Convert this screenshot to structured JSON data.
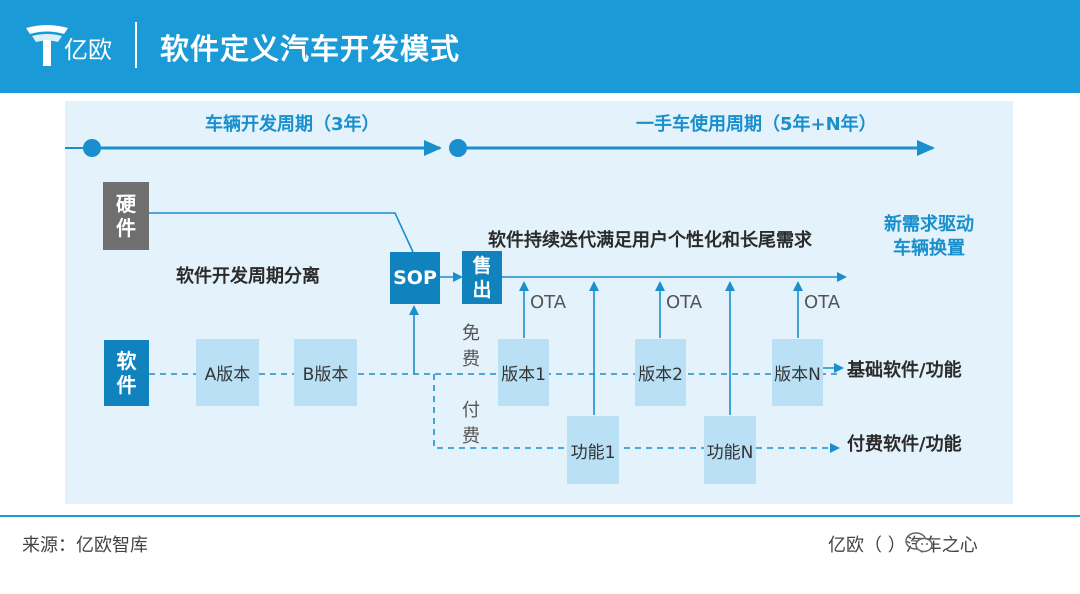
{
  "header": {
    "brand": "亿欧",
    "title": "软件定义汽车开发模式",
    "color": "#1a9ad6"
  },
  "timeline": {
    "dev_period": "车辆开发周期（3年）",
    "use_period": "一手车使用周期（5年+N年）"
  },
  "labels": {
    "hardware": [
      "硬",
      "件"
    ],
    "software": [
      "软",
      "件"
    ],
    "separation": "软件开发周期分离",
    "sop": "SOP",
    "sale": [
      "售",
      "出"
    ],
    "iteration": "软件持续迭代满足用户个性化和长尾需求",
    "new_demand_1": "新需求驱动",
    "new_demand_2": "车辆换置",
    "free": [
      "免",
      "费"
    ],
    "paid": [
      "付",
      "费"
    ],
    "ota": [
      "OTA",
      "OTA",
      "OTA"
    ],
    "basic_track": "基础软件/功能",
    "paid_track": "付费软件/功能"
  },
  "boxes": {
    "a_version": "A版本",
    "b_version": "B版本",
    "version1": "版本1",
    "version2": "版本2",
    "versionN": "版本N",
    "feature1": "功能1",
    "featureN": "功能N"
  },
  "footer": {
    "source": "来源：亿欧智库",
    "credit": "亿欧（   ）汽车之心"
  }
}
